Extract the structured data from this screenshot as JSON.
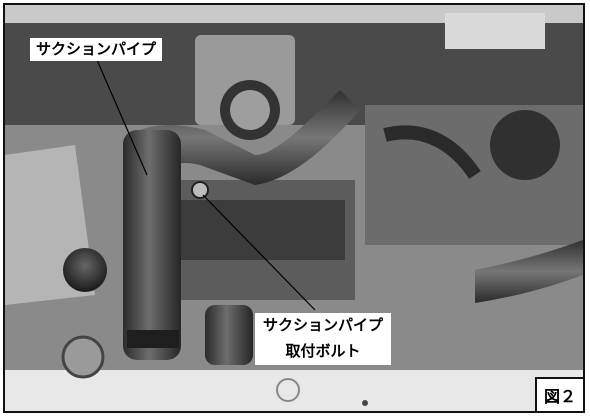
{
  "photo": {
    "labels": {
      "suction_pipe": "サクションパイプ",
      "bolt_line1": "サクションパイプ",
      "bolt_line2": "取付ボルト"
    },
    "figure_number": "図２"
  }
}
